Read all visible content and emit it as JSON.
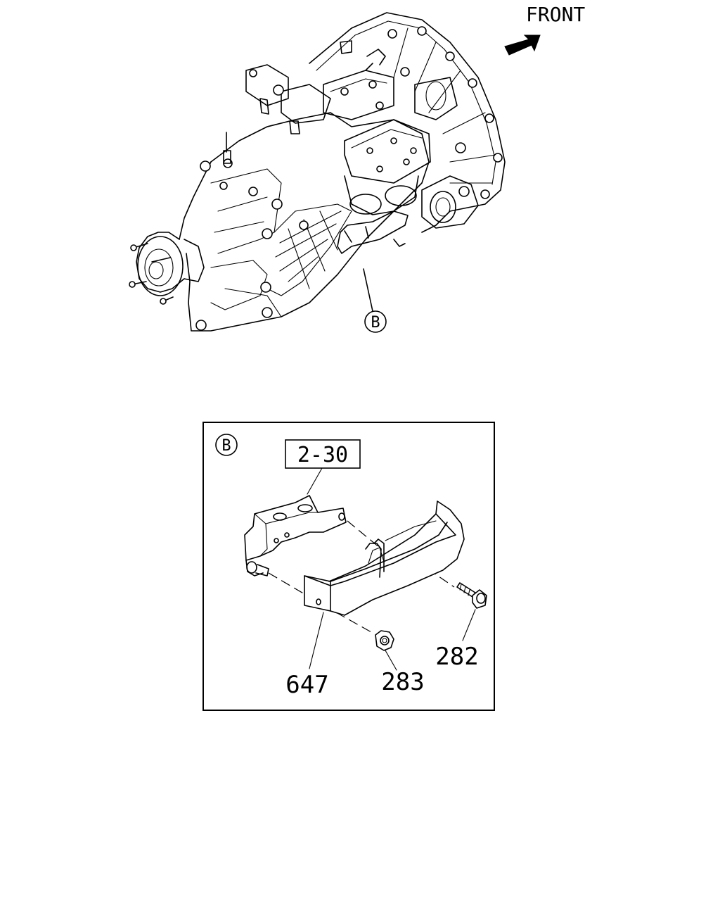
{
  "orientation_label": "FRONT",
  "view_marker": "B",
  "detail": {
    "marker": "B",
    "reference": "2-30",
    "parts": [
      {
        "id": "part-647",
        "number": "647"
      },
      {
        "id": "part-283",
        "number": "283"
      },
      {
        "id": "part-282",
        "number": "282"
      }
    ]
  }
}
